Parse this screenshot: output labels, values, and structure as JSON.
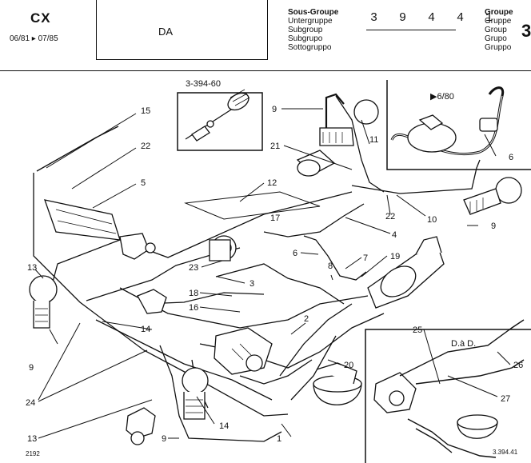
{
  "header": {
    "model": "CX",
    "date_range": "06/81 ▸ 07/85",
    "description": "DA",
    "subgroup_labels": [
      "Sous-Groupe",
      "Untergruppe",
      "Subgroup",
      "Subgrupo",
      "Sottogruppo"
    ],
    "code": "3 9 4 4 1",
    "group_labels": [
      "Groupe",
      "Gruppe",
      "Group",
      "Grupo",
      "Gruppo"
    ],
    "group_number": "3"
  },
  "insets": {
    "tool_ref": "3-394-60",
    "date_variant": "▶6/80",
    "variant_label": "D.à D."
  },
  "callouts": {
    "c15": "15",
    "c22a": "22",
    "c5": "5",
    "c13a": "13",
    "c9a": "9",
    "c24": "24",
    "c13b": "13",
    "c9b": "9",
    "c14a": "14",
    "c14b": "14",
    "c1": "1",
    "c9c": "9",
    "c21": "21",
    "c11": "11",
    "c12": "12",
    "c17": "17",
    "c22b": "22",
    "c10": "10",
    "c4": "4",
    "c9d": "9",
    "c6a": "6",
    "c6b": "6",
    "c8": "8",
    "c7": "7",
    "c19": "19",
    "c23": "23",
    "c3": "3",
    "c18": "18",
    "c16": "16",
    "c2": "2",
    "c20": "20",
    "c25": "25",
    "c26": "26",
    "c27": "27"
  },
  "footer": {
    "left_code": "2192",
    "right_code": "3.394.41"
  }
}
